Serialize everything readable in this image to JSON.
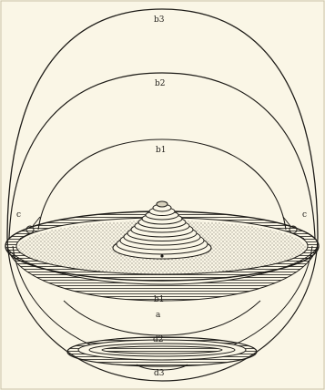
{
  "figure": {
    "labels": {
      "outer_top": "b3",
      "middle_top": "b2",
      "inner_top": "b1",
      "left_small": "c",
      "right_small": "c",
      "below_disc": "b1",
      "below_disc_2": "a",
      "lower_band": "d2",
      "bottom": "d3"
    },
    "colors": {
      "background": "#faf6e6",
      "ink": "#1e1c18",
      "border": "#c9c2a8"
    }
  }
}
